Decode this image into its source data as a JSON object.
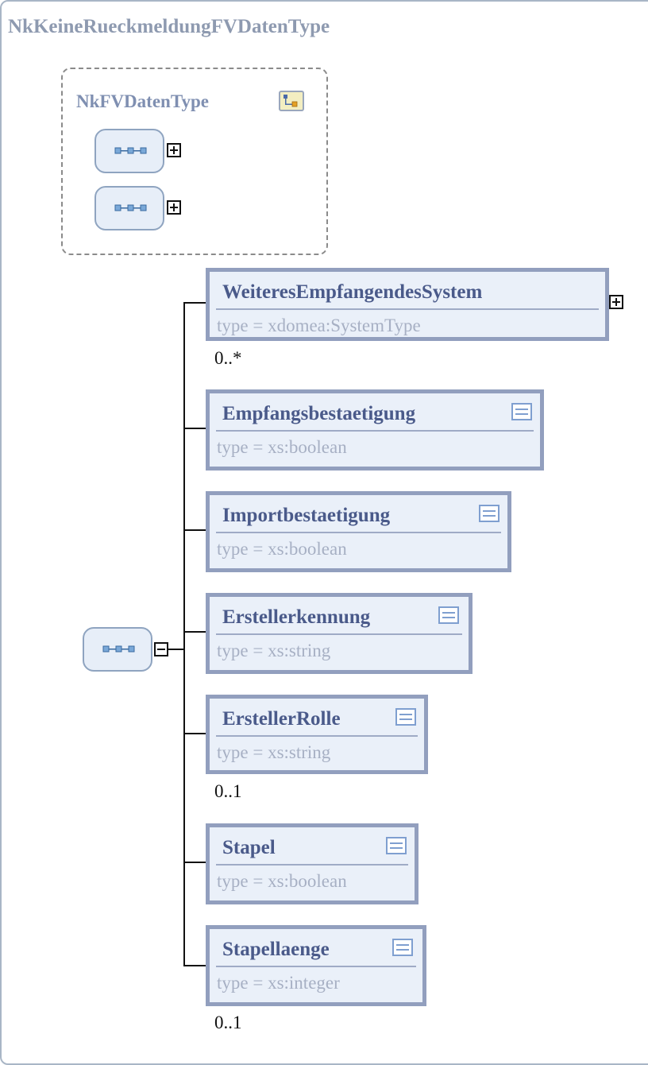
{
  "diagram": {
    "title": "NkKeineRueckmeldungFVDatenType",
    "base_type": {
      "name": "NkFVDatenType"
    },
    "elements": [
      {
        "name": "WeiteresEmpfangendesSystem",
        "type": "type  =  xdomea:SystemType",
        "cardinality": "0..*",
        "expandable": true
      },
      {
        "name": "Empfangsbestaetigung",
        "type": "type  =  xs:boolean",
        "cardinality": ""
      },
      {
        "name": "Importbestaetigung",
        "type": "type  =  xs:boolean",
        "cardinality": ""
      },
      {
        "name": "Erstellerkennung",
        "type": "type  =  xs:string",
        "cardinality": ""
      },
      {
        "name": "ErstellerRolle",
        "type": "type  =  xs:string",
        "cardinality": "0..1"
      },
      {
        "name": "Stapel",
        "type": "type  =  xs:boolean",
        "cardinality": ""
      },
      {
        "name": "Stapellaenge",
        "type": "type  =  xs:integer",
        "cardinality": "0..1"
      }
    ],
    "colors": {
      "element_border": "#929fbe",
      "element_fill": "#eaf0f9",
      "name_text": "#4a5a8a",
      "type_text": "#a7b0c4"
    }
  }
}
